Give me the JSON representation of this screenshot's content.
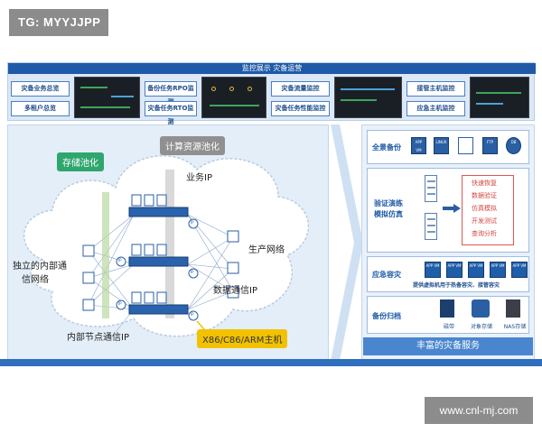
{
  "watermarks": {
    "top_left": "TG: MYYJJPP",
    "bottom_right": "www.cnl-mj.com"
  },
  "top_panel": {
    "title": "监控展示 灾备运营",
    "buttons": [
      "灾备业务总览",
      "备份任务RPO监测",
      "灾备流量监控",
      "接管主机监控",
      "多租户总览",
      "灾备任务RTO监测",
      "灾备任务性能监控",
      "应急主机监控"
    ]
  },
  "left_diagram": {
    "tags": {
      "storage": "存储池化",
      "compute": "计算资源池化",
      "hosts": "X86/C86/ARM主机"
    },
    "labels": {
      "business_ip": "业务IP",
      "production_network": "生产网络",
      "data_comm_ip": "数据通信IP",
      "independent_net_1": "独立的内部通",
      "independent_net_2": "信网络",
      "internal_node_ip": "内部节点通信IP"
    },
    "ip_badges": [
      "IP",
      "IP",
      "IP",
      "IP",
      "IP"
    ]
  },
  "right_panel": {
    "sections": [
      {
        "label": "全景备份",
        "icons": [
          "APP VM",
          "LINUX",
          "",
          "FTP",
          "DB"
        ]
      },
      {
        "label_line1": "验证演练",
        "label_line2": "模拟仿真",
        "list": [
          "快速恢复",
          "数据验证",
          "仿真模拟",
          "开发测试",
          "查询分析"
        ]
      },
      {
        "label": "应急容灾",
        "icons": [
          "APP VM",
          "APP VM",
          "APP VM",
          "APP VM",
          "APP VM"
        ],
        "caption": "提供虚拟机用于热备容灾、接管容灾"
      },
      {
        "label": "备份归档",
        "items": [
          "磁带",
          "对象存储",
          "NAS存储"
        ]
      }
    ],
    "footer": "丰富的灾备服务"
  },
  "colors": {
    "primary_blue": "#1e5aa8",
    "accent_green": "#2fa66e",
    "accent_yellow": "#f2c200",
    "accent_red": "#d2473f"
  }
}
